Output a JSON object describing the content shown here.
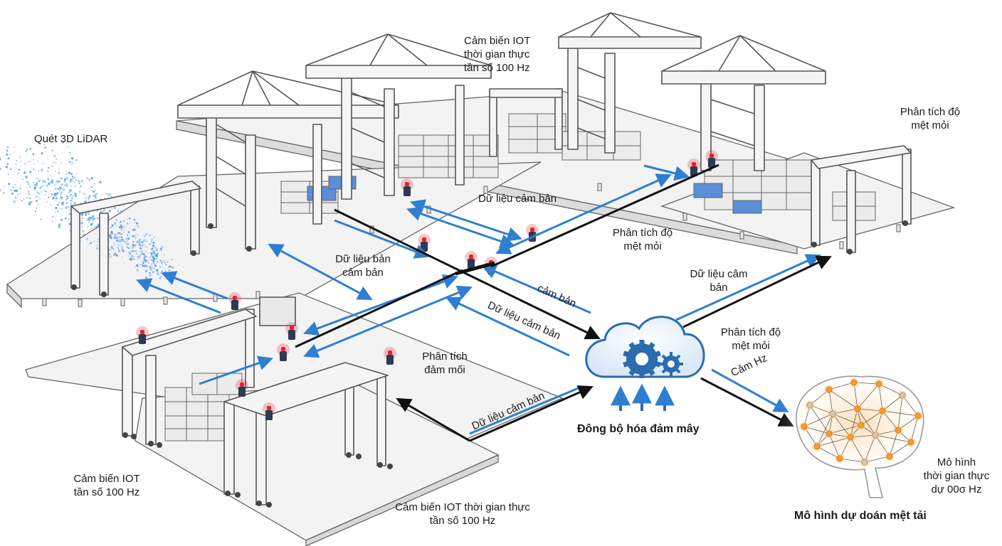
{
  "labels": {
    "lidar": "Quét 3D LiDAR",
    "iot_top": "Cảm biến IOT\nthời gian thực\ntần số 100 Hz",
    "fatigue_top_right": "Phân tích độ\nmệt mỏi",
    "data_sensor_top": "Dữ liệu cảm bản",
    "fatigue_mid": "Phân tích độ\nmệt mỏi",
    "data_board_sensor": "Dữ liệu bản\ncảm bản",
    "data_cam_right": "Dữ liệu câm\nbản",
    "cam_ban_diag": "cảm bản",
    "data_sensor_diag": "Dữ liệu cảm bản",
    "fatigue_right2": "Phân tích độ\nmệt mỏi",
    "fatigue_left": "Phân tích\nđảm mối",
    "cam_hz": "Cảm Hz",
    "data_sensor_bottom": "Dữ liệu cảm bản",
    "cloud_sync": "Đông bộ hóa đảm mây",
    "iot_bottom_left": "Cảm biến IOT\ntần số 100 Hz",
    "iot_bottom": "Cảm biến IOT thời gian thực\ntần số 100 Hz",
    "model_realtime": "Mô hình\nthời gian thực\ndự 00σ Hz",
    "prediction_model": "Mô hình dự doán mệt tải"
  },
  "colors": {
    "flow_blue": "#2f7fd1",
    "flow_black": "#111111",
    "cloud_blue": "#2b6cb0",
    "node_orange": "#f39c34",
    "sensor_red": "#e0242c",
    "structure": "#f4f4f4",
    "container_blue": "#5b8ed8"
  },
  "icons": [
    "lidar-scan-icon",
    "cloud-icon",
    "gear-icon",
    "brain-network-icon",
    "sensor-beacon-icon",
    "crane-icon",
    "container-icon"
  ]
}
